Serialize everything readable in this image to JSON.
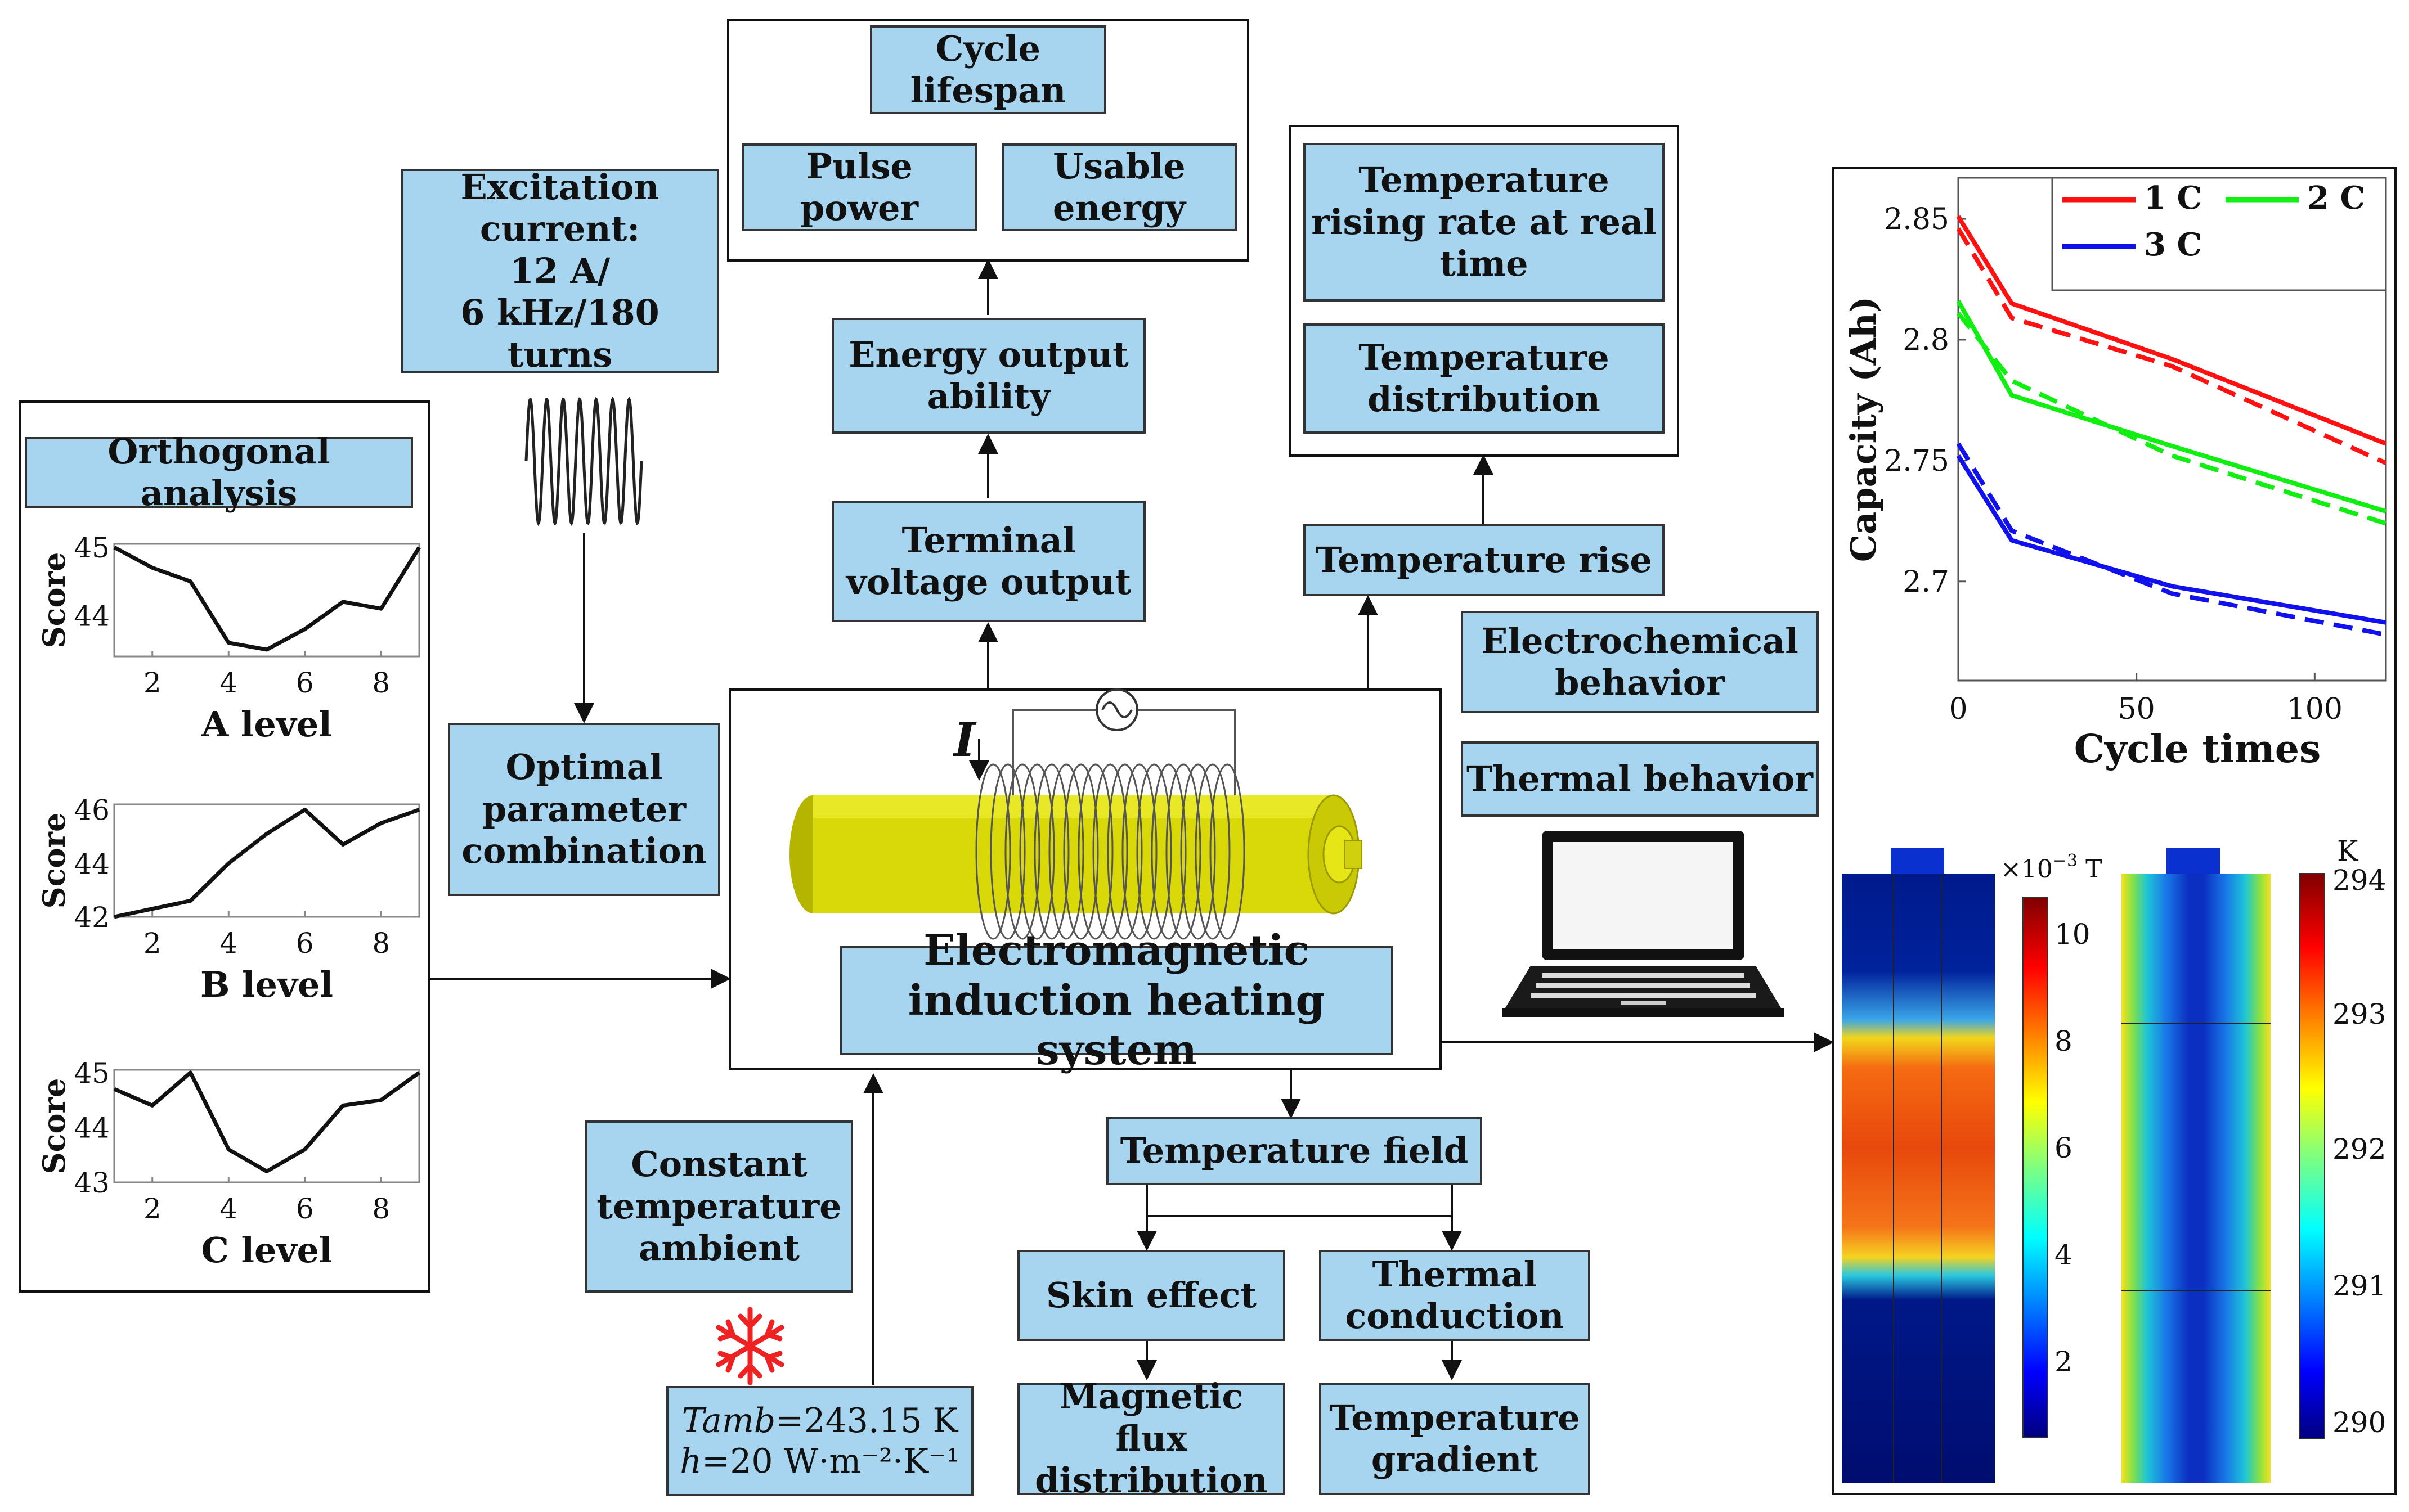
{
  "boxes": {
    "cycle_lifespan": "Cycle\nlifespan",
    "pulse_power": "Pulse\npower",
    "usable_energy": "Usable\nenergy",
    "excitation_current": "Excitation\ncurrent:\n12 A/\n6 kHz/180 turns",
    "energy_output": "Energy output\nability",
    "terminal_voltage": "Terminal\nvoltage output",
    "temp_rising_rate": "Temperature\nrising rate at real\ntime",
    "temp_distribution": "Temperature\ndistribution",
    "temp_rise": "Temperature rise",
    "electrochemical": "Electrochemical\nbehavior",
    "thermal_behavior": "Thermal behavior",
    "orthogonal_analysis": "Orthogonal analysis",
    "optimal_parameter": "Optimal\nparameter\ncombination",
    "em_heating": "Electromagnetic\ninduction heating system",
    "constant_temp": "Constant\ntemperature\nambient",
    "temperature_field": "Temperature field",
    "skin_effect": "Skin effect",
    "thermal_conduction": "Thermal\nconduction",
    "magnetic_flux": "Magnetic flux\ndistribution",
    "temp_gradient": "Temperature\ngradient"
  },
  "ambient": {
    "tamb_symbol": "Tamb",
    "tamb_value": "=243.15 K",
    "h_symbol": "h",
    "h_value": "=20 W·m⁻²·K⁻¹"
  },
  "current_symbol": "I",
  "colors": {
    "box_fill": "#a7d4ef",
    "snowflake": "#ee2222",
    "coil": "#555555",
    "cell_body": "#d9d90a"
  },
  "icons": [
    "sine-wave-icon",
    "ac-source-icon",
    "snowflake-icon",
    "laptop-icon"
  ],
  "colorbars": {
    "magnetic": {
      "unit_prefix": "×10",
      "unit_exp": "−3",
      "unit_tail": " T",
      "ticks": [
        "10",
        "8",
        "6",
        "4",
        "2"
      ]
    },
    "thermal": {
      "unit": "K",
      "ticks": [
        "294",
        "293",
        "292",
        "291",
        "290"
      ]
    }
  },
  "chart_data": [
    {
      "type": "line",
      "title": "",
      "xlabel": "A level",
      "ylabel": "Score",
      "xticks": [
        "2",
        "4",
        "6",
        "8"
      ],
      "yticks": [
        "45",
        "44"
      ],
      "xlim": [
        1,
        9
      ],
      "ylim": [
        43.4,
        45.05
      ],
      "series": [
        {
          "x": [
            1,
            2,
            3,
            4,
            5,
            6,
            7,
            8,
            9
          ],
          "values": [
            45.0,
            44.7,
            44.5,
            43.6,
            43.5,
            43.8,
            44.2,
            44.1,
            45.0
          ]
        }
      ]
    },
    {
      "type": "line",
      "title": "",
      "xlabel": "B level",
      "ylabel": "Score",
      "xticks": [
        "2",
        "4",
        "6",
        "8"
      ],
      "yticks": [
        "46",
        "44",
        "42"
      ],
      "xlim": [
        1,
        9
      ],
      "ylim": [
        42,
        46.2
      ],
      "series": [
        {
          "x": [
            1,
            2,
            3,
            4,
            5,
            6,
            7,
            8,
            9
          ],
          "values": [
            42.0,
            42.3,
            42.6,
            44.0,
            45.1,
            46.0,
            44.7,
            45.5,
            46.0
          ]
        }
      ]
    },
    {
      "type": "line",
      "title": "",
      "xlabel": "C level",
      "ylabel": "Score",
      "xticks": [
        "2",
        "4",
        "6",
        "8"
      ],
      "yticks": [
        "45",
        "44",
        "43"
      ],
      "xlim": [
        1,
        9
      ],
      "ylim": [
        43,
        45.05
      ],
      "series": [
        {
          "x": [
            1,
            2,
            3,
            4,
            5,
            6,
            7,
            8,
            9
          ],
          "values": [
            44.7,
            44.4,
            45.0,
            43.6,
            43.2,
            43.6,
            44.4,
            44.5,
            45.0
          ]
        }
      ]
    },
    {
      "type": "line",
      "title": "",
      "xlabel": "Cycle times",
      "ylabel": "Capacity (Ah)",
      "xticks": [
        0,
        50,
        100
      ],
      "yticks": [
        2.85,
        2.8,
        2.75,
        2.7
      ],
      "xlim": [
        0,
        120
      ],
      "ylim": [
        2.659,
        2.867
      ],
      "legend": "top",
      "series": [
        {
          "name": "1 C",
          "color": "#ff1111",
          "style": "solid",
          "x": [
            0,
            15,
            60,
            120
          ],
          "values": [
            2.851,
            2.815,
            2.792,
            2.757
          ]
        },
        {
          "color": "#ff1111",
          "style": "dashed",
          "x": [
            0,
            15,
            60,
            120
          ],
          "values": [
            2.846,
            2.809,
            2.789,
            2.749
          ]
        },
        {
          "name": "2 C",
          "color": "#11ee11",
          "style": "solid",
          "x": [
            0,
            15,
            60,
            120
          ],
          "values": [
            2.816,
            2.777,
            2.756,
            2.729
          ]
        },
        {
          "color": "#11ee11",
          "style": "dashed",
          "x": [
            0,
            15,
            60,
            120
          ],
          "values": [
            2.811,
            2.783,
            2.752,
            2.724
          ]
        },
        {
          "name": "3 C",
          "color": "#1111ee",
          "style": "solid",
          "x": [
            0,
            15,
            60,
            120
          ],
          "values": [
            2.752,
            2.717,
            2.698,
            2.683
          ]
        },
        {
          "color": "#1111ee",
          "style": "dashed",
          "x": [
            0,
            15,
            60,
            120
          ],
          "values": [
            2.757,
            2.721,
            2.695,
            2.678
          ]
        }
      ]
    }
  ]
}
